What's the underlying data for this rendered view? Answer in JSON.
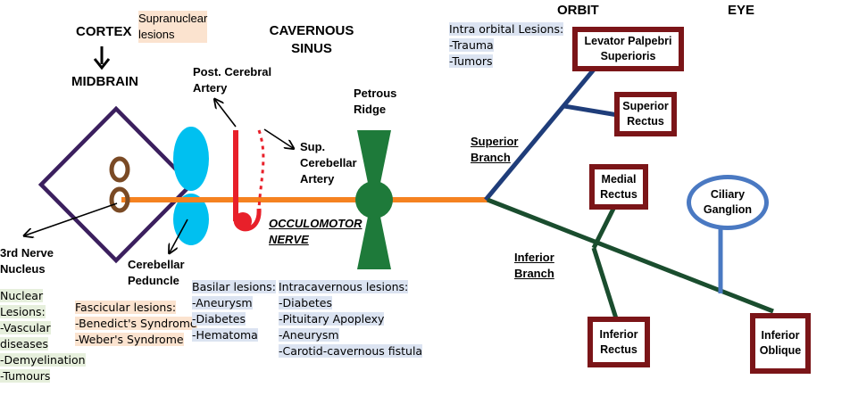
{
  "headers": {
    "cortex": "CORTEX",
    "midbrain": "MIDBRAIN",
    "cavernous_sinus": "CAVERNOUS\nSINUS",
    "orbit": "ORBIT",
    "eye": "EYE"
  },
  "labels": {
    "supranuclear": "Supranuclear\nlesions",
    "post_cerebral_artery": "Post. Cerebral\nArtery",
    "sup_cerebellar_artery": "Sup.\nCerebellar\nArtery",
    "petrous_ridge": "Petrous\nRidge",
    "occulomotor_nerve": "OCCULOMOTOR\nNERVE",
    "third_nerve_nucleus": "3rd Nerve\nNucleus",
    "cerebellar_peduncle": "Cerebellar\nPeduncle",
    "superior_branch": "Superior\nBranch",
    "inferior_branch": "Inferior\nBranch"
  },
  "notes": {
    "intra_orbital": [
      "Intra orbital Lesions:",
      "-Trauma",
      "-Tumors"
    ],
    "nuclear": [
      "Nuclear",
      "Lesions:",
      "-Vascular",
      "diseases",
      "-Demyelination",
      "-Tumours"
    ],
    "fascicular": [
      "Fascicular lesions:",
      "-Benedict's Syndrome",
      "-Weber's Syndrome"
    ],
    "basilar": [
      "Basilar lesions:",
      "-Aneurysm",
      "-Diabetes",
      "-Hematoma"
    ],
    "intracavernous": [
      "Intracavernous lesions:",
      "-Diabetes",
      "-Pituitary Apoplexy",
      "-Aneurysm",
      "-Carotid-cavernous fistula"
    ]
  },
  "muscles": {
    "levator": "Levator Palpebri\nSuperioris",
    "superior_rectus": "Superior\nRectus",
    "medial_rectus": "Medial\nRectus",
    "inferior_rectus": "Inferior\nRectus",
    "inferior_oblique": "Inferior\nOblique",
    "ciliary_ganglion": "Ciliary\nGanglion"
  },
  "colors": {
    "nerve": "#f58220",
    "superior_branch": "#1f3d7a",
    "inferior_branch": "#1a4d2e",
    "midbrain_outline": "#3b1f5e",
    "nucleus": "#7a4a25",
    "peduncle": "#00c0f0",
    "artery": "#e8202a",
    "petrous_ridge": "#1e7a3a",
    "muscle_box": "#7b1518",
    "ganglion": "#4a79c2"
  }
}
